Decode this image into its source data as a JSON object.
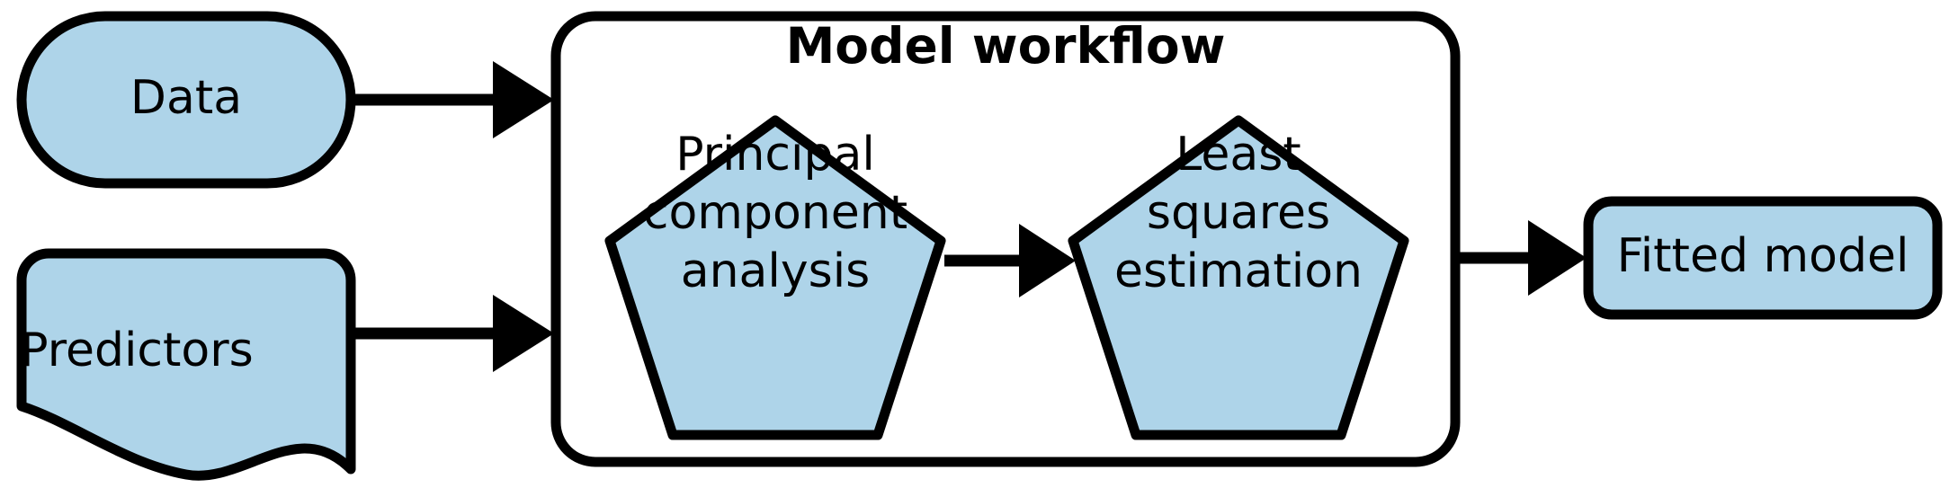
{
  "diagram": {
    "title": "Model workflow",
    "colors": {
      "node_fill": "#aed4e9",
      "stroke": "#000000",
      "background": "#ffffff",
      "container_fill": "#ffffff"
    },
    "nodes": {
      "data": {
        "label": "Data",
        "shape": "stadium"
      },
      "predictors": {
        "label": "Predictors",
        "shape": "document"
      },
      "pca": {
        "shape": "pentagon",
        "label": "Principal component analysis",
        "lines": [
          "Principal",
          "component",
          "analysis"
        ]
      },
      "least_squares": {
        "shape": "pentagon",
        "label": "Least squares estimation",
        "lines": [
          "Least",
          "squares",
          "estimation"
        ]
      },
      "fitted_model": {
        "label": "Fitted model",
        "shape": "rounded-rectangle"
      }
    },
    "container": {
      "label": "Model workflow",
      "shape": "rounded-rectangle-outline"
    },
    "edges": [
      {
        "name": "data-to-workflow",
        "from": "Data",
        "to": "Model workflow"
      },
      {
        "name": "predictors-to-workflow",
        "from": "Predictors",
        "to": "Model workflow"
      },
      {
        "name": "pca-to-least-squares",
        "from": "Principal component analysis",
        "to": "Least squares estimation"
      },
      {
        "name": "workflow-to-fitted-model",
        "from": "Model workflow",
        "to": "Fitted model"
      }
    ]
  }
}
